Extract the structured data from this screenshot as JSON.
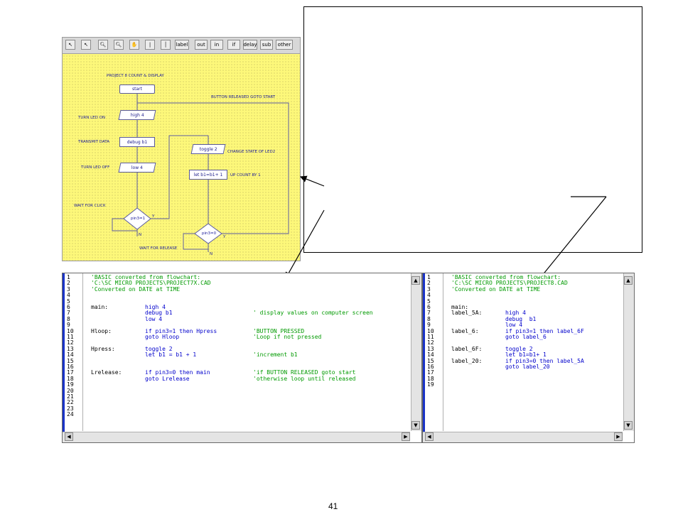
{
  "toolbar": {
    "buttons": [
      "label",
      "out",
      "in",
      "if",
      "delay",
      "sub",
      "other"
    ]
  },
  "flowchart": {
    "title": "PROJECT 8   COUNT & DISPLAY",
    "start": "start",
    "high": "high 4",
    "debug": "debug  b1",
    "low": "low 4",
    "toggle": "toggle 2",
    "let": "let b1=b1+ 1",
    "if1": "pin3=1",
    "if2": "pin3=0",
    "n1": "N",
    "n2": "N",
    "y1": "Y",
    "y2": "Y",
    "labels": {
      "turn_led_on": "TURN LED ON",
      "transmit": "TRANSMIT DATA",
      "turn_led_off": "TURN LED OFF",
      "wait_click": "WAIT FOR CLICK",
      "button_released": "BUTTON RELEASED GOTO START",
      "change_state": "CHANGE STATE OF LED2",
      "up_count": "UP COUNT BY 1",
      "wait_release": "WAIT FOR RELEASE"
    }
  },
  "left_code": {
    "line_numbers": [
      "1",
      "2",
      "3",
      "4",
      "5",
      "6",
      "7",
      "8",
      "9",
      "10",
      "11",
      "12",
      "13",
      "14",
      "15",
      "16",
      "17",
      "18",
      "19",
      "20",
      "21",
      "22",
      "23",
      "24"
    ],
    "lines": [
      {
        "label": "",
        "stmt": "",
        "cmt": "'BASIC converted from flowchart:"
      },
      {
        "label": "",
        "stmt": "",
        "cmt": "'C:\\SC MICRO PROJECTS\\PROJECT7X.CAD"
      },
      {
        "label": "",
        "stmt": "",
        "cmt": "'Converted on DATE at TIME"
      },
      {
        "label": "",
        "stmt": "",
        "cmt": ""
      },
      {
        "label": "",
        "stmt": "",
        "cmt": ""
      },
      {
        "label": "main:",
        "stmt": "high 4",
        "cmt": ""
      },
      {
        "label": "",
        "stmt": "debug b1",
        "cmt": "' display values on computer screen"
      },
      {
        "label": "",
        "stmt": "low 4",
        "cmt": ""
      },
      {
        "label": "",
        "stmt": "",
        "cmt": ""
      },
      {
        "label": "Hloop:",
        "stmt": "if pin3=1 then Hpress",
        "cmt": "'BUTTON PRESSED"
      },
      {
        "label": "",
        "stmt": "goto Hloop",
        "cmt": "'Loop if not pressed"
      },
      {
        "label": "",
        "stmt": "",
        "cmt": ""
      },
      {
        "label": "Hpress:",
        "stmt": "toggle 2",
        "cmt": ""
      },
      {
        "label": "",
        "stmt": "let b1 = b1 + 1",
        "cmt": "'increment b1"
      },
      {
        "label": "",
        "stmt": "",
        "cmt": ""
      },
      {
        "label": "",
        "stmt": "",
        "cmt": ""
      },
      {
        "label": "Lrelease:",
        "stmt": "if pin3=0 then main",
        "cmt": "'if BUTTON RELEASED goto start"
      },
      {
        "label": "",
        "stmt": "goto Lrelease",
        "cmt": "'otherwise loop until released"
      }
    ]
  },
  "right_code": {
    "line_numbers": [
      "1",
      "2",
      "3",
      "4",
      "5",
      "6",
      "7",
      "8",
      "9",
      "10",
      "11",
      "12",
      "13",
      "14",
      "15",
      "16",
      "17",
      "18",
      "19"
    ],
    "lines": [
      {
        "label": "",
        "stmt": "",
        "cmt": "'BASIC converted from flowchart:"
      },
      {
        "label": "",
        "stmt": "",
        "cmt": "'C:\\SC MICRO PROJECTS\\PROJECT8.CAD"
      },
      {
        "label": "",
        "stmt": "",
        "cmt": "'Converted on DATE at TIME"
      },
      {
        "label": "",
        "stmt": "",
        "cmt": ""
      },
      {
        "label": "",
        "stmt": "",
        "cmt": ""
      },
      {
        "label": "main:",
        "stmt": "",
        "cmt": ""
      },
      {
        "label": "label_5A:",
        "stmt": "high 4",
        "cmt": ""
      },
      {
        "label": "",
        "stmt": "debug  b1",
        "cmt": ""
      },
      {
        "label": "",
        "stmt": "low 4",
        "cmt": ""
      },
      {
        "label": "label_6:",
        "stmt": "if pin3=1 then label_6F",
        "cmt": ""
      },
      {
        "label": "",
        "stmt": "goto label_6",
        "cmt": ""
      },
      {
        "label": "",
        "stmt": "",
        "cmt": ""
      },
      {
        "label": "label_6F:",
        "stmt": "toggle 2",
        "cmt": ""
      },
      {
        "label": "",
        "stmt": "let b1=b1+ 1",
        "cmt": ""
      },
      {
        "label": "label_20:",
        "stmt": "if pin3=0 then label_5A",
        "cmt": ""
      },
      {
        "label": "",
        "stmt": "goto label_20",
        "cmt": ""
      }
    ]
  },
  "page_number": "41"
}
